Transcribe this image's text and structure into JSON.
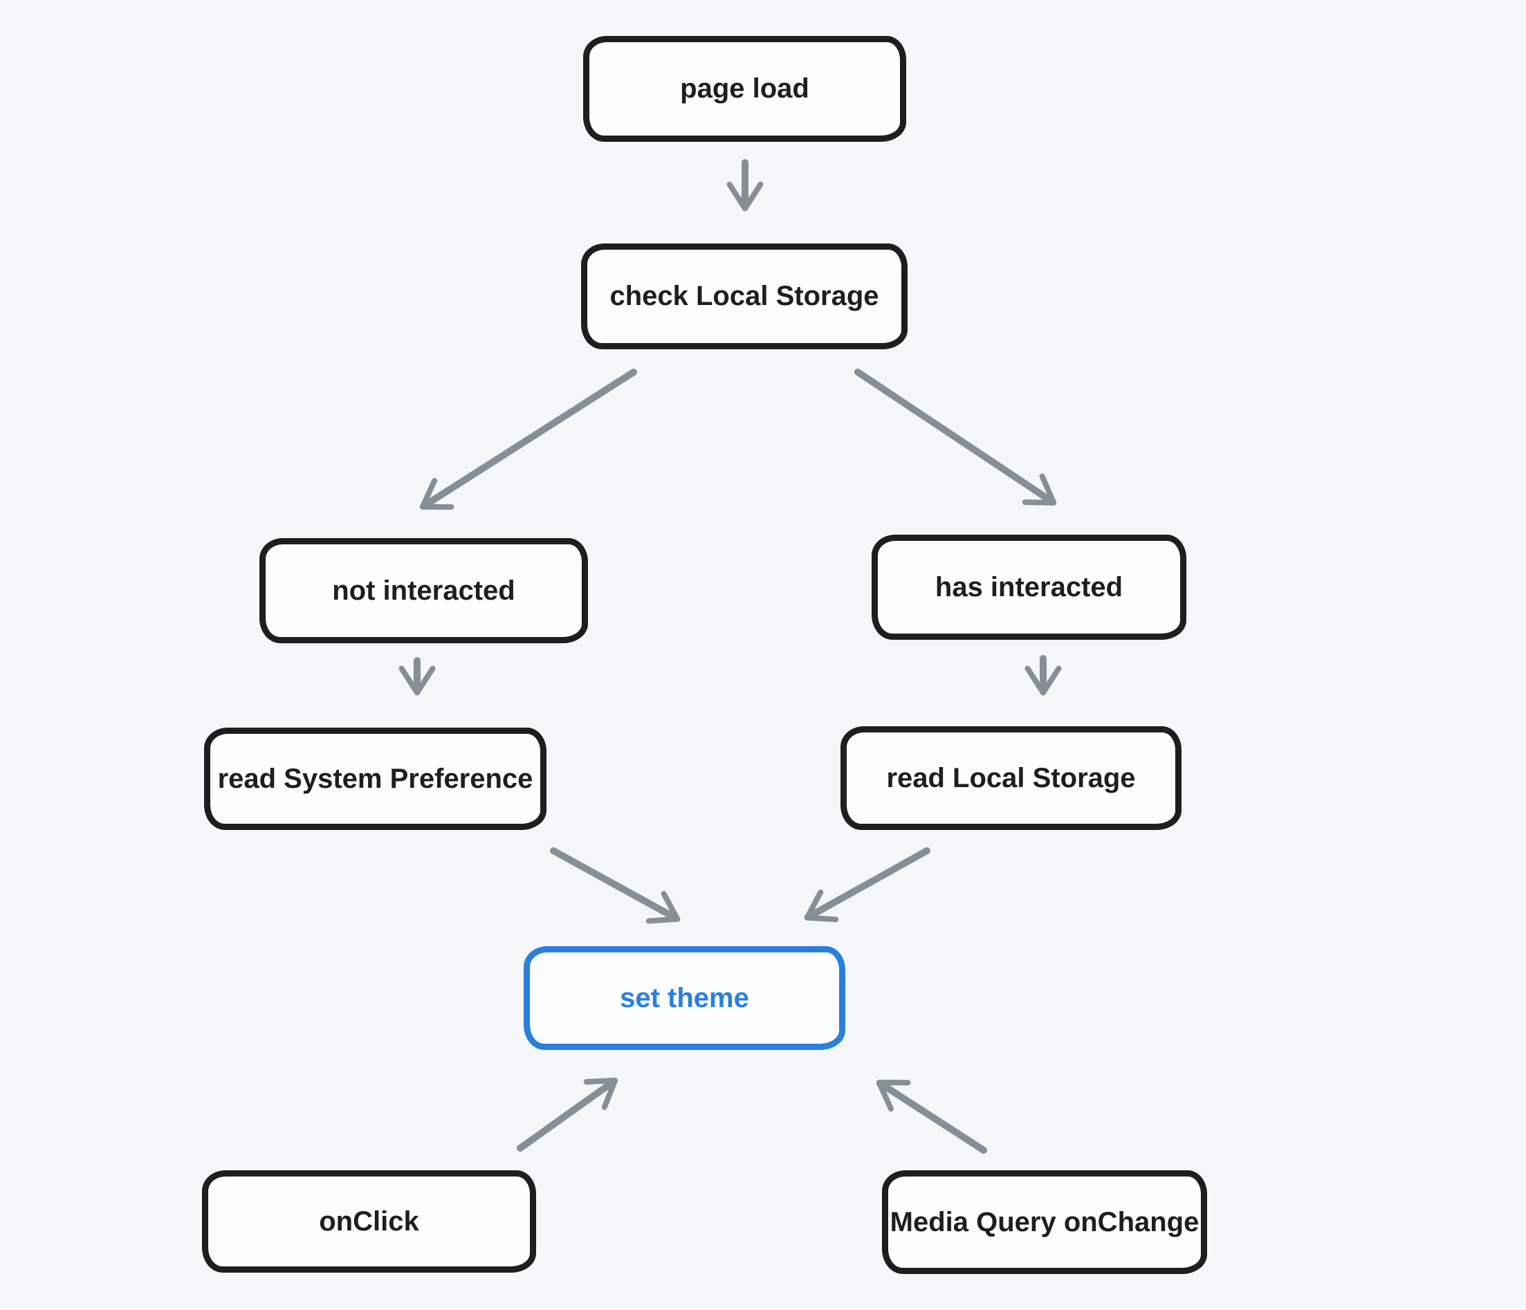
{
  "diagram": {
    "colors": {
      "background": "#f5f6f8",
      "node_fill": "#fcfdfe",
      "node_stroke": "#1e1e1e",
      "accent_stroke": "#2880dc",
      "arrow": "#868e96"
    },
    "nodes": {
      "page_load": {
        "label": "page load"
      },
      "check_local_storage": {
        "label": "check Local Storage"
      },
      "not_interacted": {
        "label": "not interacted"
      },
      "has_interacted": {
        "label": "has interacted"
      },
      "read_system_preference": {
        "label": "read System Preference"
      },
      "read_local_storage": {
        "label": "read Local Storage"
      },
      "set_theme": {
        "label": "set theme"
      },
      "onclick": {
        "label": "onClick"
      },
      "media_query_onchange": {
        "label": "Media Query onChange"
      }
    },
    "edges": [
      {
        "from": "page_load",
        "to": "check_local_storage"
      },
      {
        "from": "check_local_storage",
        "to": "not_interacted"
      },
      {
        "from": "check_local_storage",
        "to": "has_interacted"
      },
      {
        "from": "not_interacted",
        "to": "read_system_preference"
      },
      {
        "from": "has_interacted",
        "to": "read_local_storage"
      },
      {
        "from": "read_system_preference",
        "to": "set_theme"
      },
      {
        "from": "read_local_storage",
        "to": "set_theme"
      },
      {
        "from": "onclick",
        "to": "set_theme"
      },
      {
        "from": "media_query_onchange",
        "to": "set_theme"
      }
    ]
  }
}
